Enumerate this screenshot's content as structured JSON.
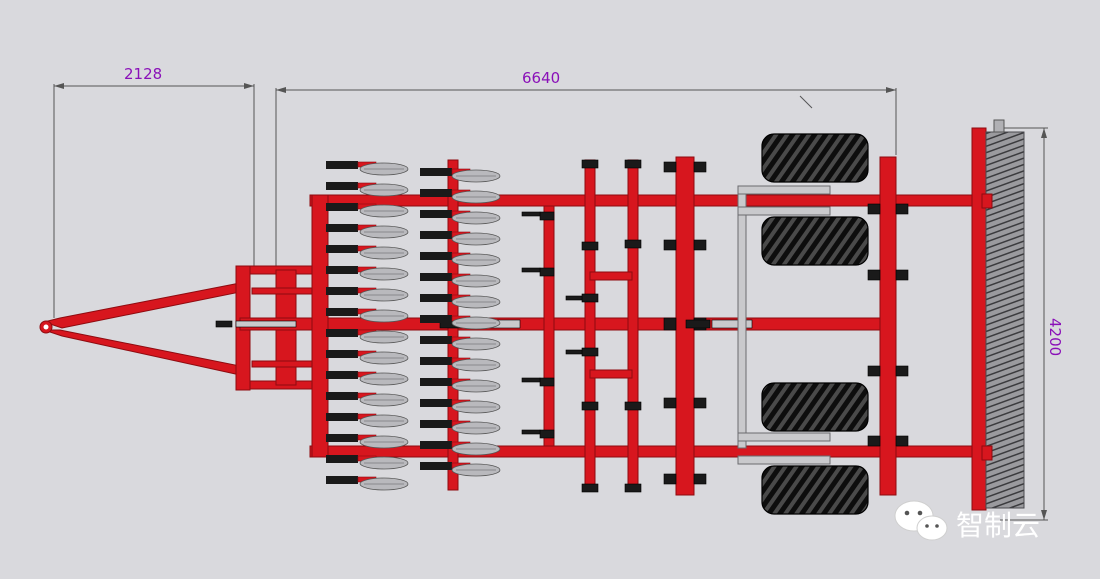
{
  "dimensions": {
    "hitch_length": "2128",
    "frame_length": "6640",
    "overall_width": "4200"
  },
  "watermark": {
    "text": "智制云",
    "icon": "wechat-icon"
  },
  "colors": {
    "frame": "#d7161e",
    "frame_dark": "#8e0b10",
    "tire": "#111111",
    "disc": "#b9b9bd",
    "clamp": "#1a1a1a",
    "dimension": "#8a10b8",
    "background": "#d9d9dd"
  }
}
